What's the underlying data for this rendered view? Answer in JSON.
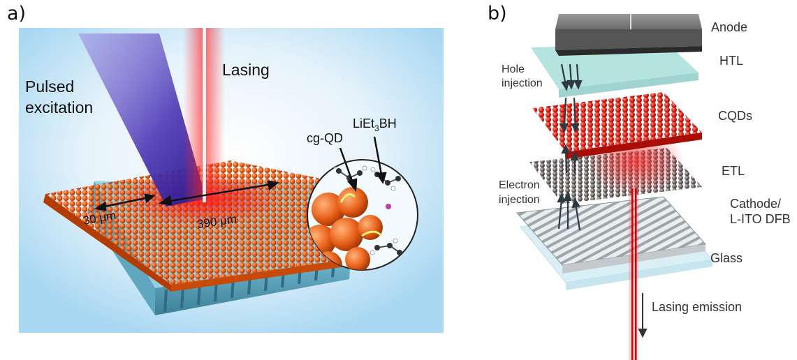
{
  "panel_a": {
    "label": "a)",
    "pulsed_line1": "Pulsed",
    "pulsed_line2": "excitation",
    "lasing": "Lasing",
    "ligand": "LiEt",
    "ligand_sub": "3",
    "ligand_end": "BH",
    "cgqd": "cg-QD",
    "dim_small": "30 μm",
    "dim_large": "390 μm"
  },
  "panel_b": {
    "label": "b)",
    "anode": "Anode",
    "htl": "HTL",
    "hole1": "Hole",
    "hole2": "injection",
    "cqds": "CQDs",
    "etl": "ETL",
    "elec1": "Electron",
    "elec2": "injection",
    "cath1": "Cathode/",
    "cath2": "L-ITO DFB",
    "glass": "Glass",
    "emission": "Lasing emission"
  }
}
